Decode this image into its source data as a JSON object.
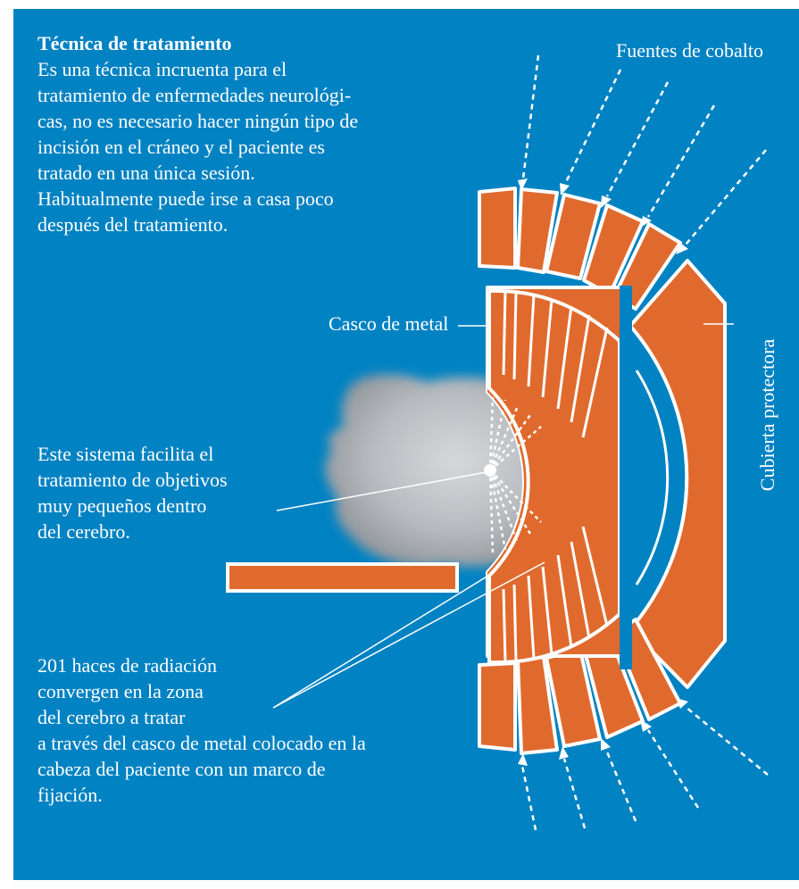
{
  "intro": {
    "title": "Técnica de tratamiento",
    "lines": [
      "Es una técnica incruenta para el",
      "tratamiento de enfermedades neurológi-",
      "cas, no es necesario hacer ningún tipo de",
      "incisión en el cráneo y el  paciente es",
      "tratado en una única sesión.",
      "Habitualmente puede irse a casa poco",
      "después del tratamiento."
    ]
  },
  "labels": {
    "cobalt_sources": "Fuentes de cobalto",
    "metal_helmet": "Casco de metal",
    "protective_cover": "Cubierta protectora"
  },
  "target_note": {
    "lines": [
      "Este sistema facilita el",
      "tratamiento de objetivos",
      "muy pequeños dentro",
      "del cerebro."
    ]
  },
  "beams_note": {
    "lines": [
      "201 haces de radiación",
      "convergen en la zona",
      "del cerebro a tratar",
      "a través del casco de metal colocado en la",
      "cabeza del paciente con un marco de",
      "fijación."
    ]
  },
  "colors": {
    "background": "#0182c2",
    "orange": "#e06a2e",
    "outline": "#ffffff"
  }
}
